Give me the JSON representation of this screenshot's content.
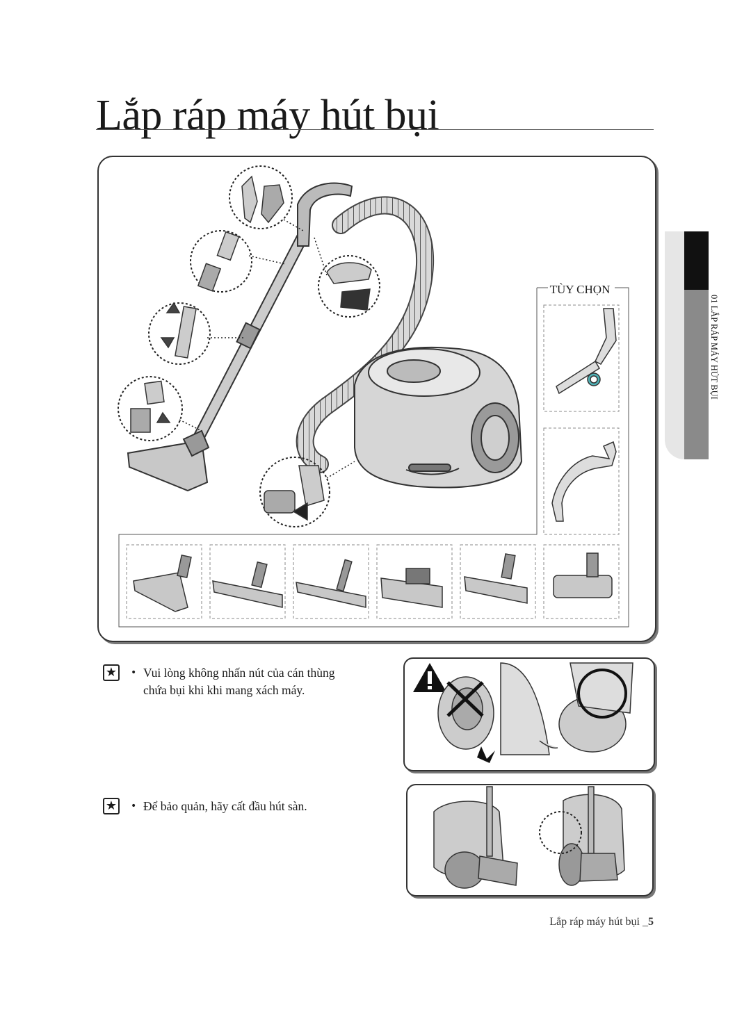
{
  "page": {
    "title": "Lắp ráp máy hút bụi",
    "side_tab": "01 LẮP RÁP MÁY HÚT BỤI"
  },
  "diagram": {
    "optional_label": "TÙY CHỌN",
    "nozzle_count": 6
  },
  "notes": [
    {
      "icon": "star-icon",
      "bullet": "•",
      "text": "Vui lòng không nhấn nút của cán thùng chứa bụi khi khi mang xách máy."
    },
    {
      "icon": "star-icon",
      "bullet": "•",
      "text": "Để bảo quản, hãy cất đầu hút sàn."
    }
  ],
  "footer": {
    "text": "Lắp ráp máy hút bụi _",
    "page_number": "5"
  },
  "colors": {
    "ink": "#1a1a1a",
    "tab_dark": "#111111",
    "tab_grey": "#8a8a8a"
  }
}
